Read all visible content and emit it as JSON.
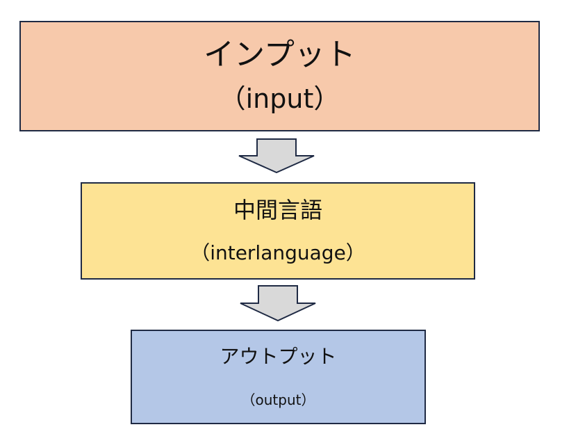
{
  "colors": {
    "input_fill": "#f7c9ab",
    "interlanguage_fill": "#fde394",
    "output_fill": "#b4c7e7",
    "border": "#1f2a44",
    "arrow_fill": "#d9d9d9",
    "arrow_stroke": "#1f2a44"
  },
  "nodes": {
    "input": {
      "label": "インプット",
      "sublabel": "（input）"
    },
    "interlanguage": {
      "label": "中間言語",
      "sublabel": "（interlanguage）"
    },
    "output": {
      "label": "アウトプット",
      "sublabel": "（output）"
    }
  },
  "edges": [
    {
      "from": "input",
      "to": "interlanguage",
      "icon": "down-arrow-icon"
    },
    {
      "from": "interlanguage",
      "to": "output",
      "icon": "down-arrow-icon"
    }
  ]
}
